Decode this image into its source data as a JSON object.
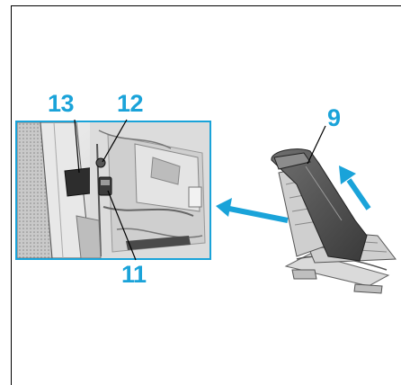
{
  "callouts": {
    "c13": "13",
    "c12": "12",
    "c11": "11",
    "c9": "9"
  },
  "colors": {
    "accent": "#1aa3d9",
    "frame": "#000000",
    "detail_border": "#1aa3d9"
  },
  "icons": {
    "arrow_to_detail": "arrow-left-icon",
    "arrow_removal": "arrow-up-right-icon"
  }
}
